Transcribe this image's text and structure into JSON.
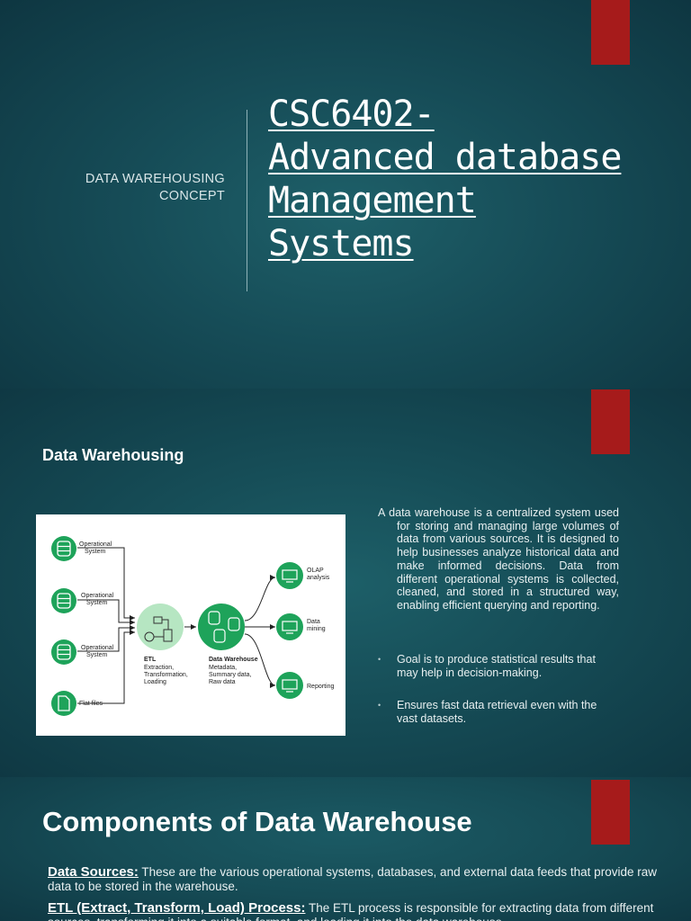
{
  "slide1": {
    "subtitle_line1": "DATA WAREHOUSING",
    "subtitle_line2": "CONCEPT",
    "title_line1": "CSC6402-",
    "title_line2": "Advanced database",
    "title_line3": "Management",
    "title_line4": "Systems"
  },
  "slide2": {
    "heading": "Data Warehousing",
    "description": "A data warehouse is a centralized system used for storing and managing large volumes of data from various sources. It is designed to help businesses analyze historical data and make informed decisions. Data from different operational systems is collected, cleaned, and stored in a structured way, enabling efficient querying and reporting.",
    "bullets": [
      "Goal is to produce statistical results that may help in decision-making.",
      "Ensures fast data retrieval even with the vast datasets."
    ],
    "diagram": {
      "sources": [
        "Operational System",
        "Operational System",
        "Operational System",
        "Flat files"
      ],
      "source_lines": [
        [
          "Operational",
          "System"
        ],
        [
          "Operational",
          "System"
        ],
        [
          "Operational",
          "System"
        ],
        [
          "Flat files"
        ]
      ],
      "etl_title": "ETL",
      "etl_desc": [
        "Extraction,",
        "Transformation,",
        "Loading"
      ],
      "dw_title": "Data Warehouse",
      "dw_desc": [
        "Metadata,",
        "Summary data,",
        "Raw data"
      ],
      "outputs": [
        [
          "OLAP",
          "analysis"
        ],
        [
          "Data",
          "mining"
        ],
        [
          "Reporting"
        ]
      ],
      "green": "#1ea35a",
      "light_green": "#b6e6c2"
    }
  },
  "slide3": {
    "heading": "Components of Data Warehouse",
    "items": [
      {
        "term": "Data Sources:",
        "text": " These are the various operational systems, databases, and external data feeds that provide raw data to be stored in the warehouse."
      },
      {
        "term": "ETL (Extract, Transform, Load) Process:",
        "text": " The ETL process is responsible for extracting data from different sources, transforming it into a suitable format, and loading it into the data warehouse."
      }
    ]
  },
  "colors": {
    "accent_red": "#a61b1b",
    "background": "#164c57"
  }
}
